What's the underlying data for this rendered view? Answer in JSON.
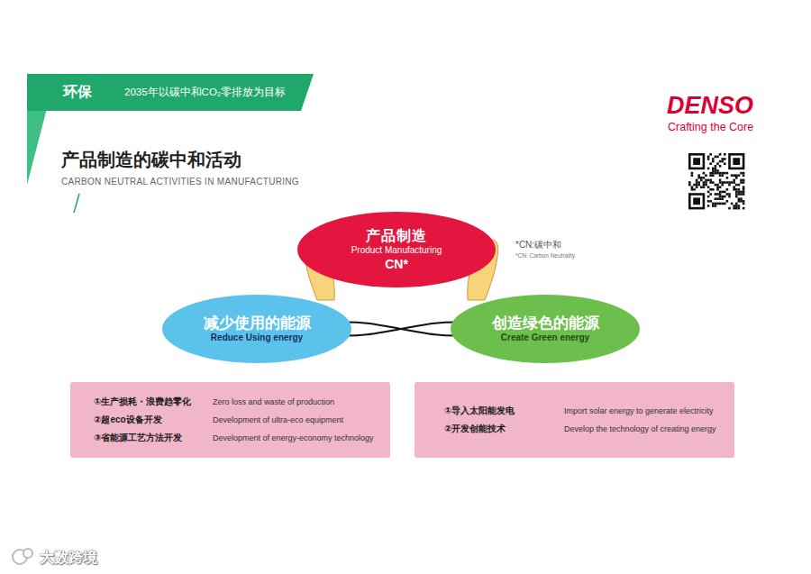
{
  "diagram": {
    "title": "产品制造的碳中和活动",
    "nodes": [
      {
        "text": [
          "环保",
          "2035年以碳中和CO₂零排放为目标"
        ]
      },
      {
        "text": [
          "产品制造",
          "Product Manufacturing",
          "CN*"
        ]
      },
      {
        "text": [
          "减少使用的能源",
          "Reduce Using energy"
        ]
      },
      {
        "text": [
          "创造绿色的能源",
          "Create Green energy"
        ]
      },
      {
        "text": [
          "①生产损耗・浪费趋零化",
          "Zero loss and waste of production",
          "②超eco设备开发",
          "Development of ultra-eco equipment",
          "③省能源工艺方法开发",
          "Development of energy-economy technology"
        ]
      },
      {
        "text": [
          "①导入太阳能发电",
          "Import solar energy to generate electricity",
          "②开发创能技术",
          "Develop the technology of creating energy"
        ]
      }
    ],
    "edges": [
      {
        "from": 2,
        "to": 3,
        "arrow": "none"
      },
      {
        "from": 2,
        "to": 3,
        "arrow": "none"
      }
    ],
    "labels": [
      "CARBON NEUTRAL ACTIVITIES IN MANUFACTURING",
      "DENSO",
      "Crafting the Core",
      "*CN:碳中和",
      "*CN: Carbon Neutrality",
      "大数跨境"
    ]
  }
}
